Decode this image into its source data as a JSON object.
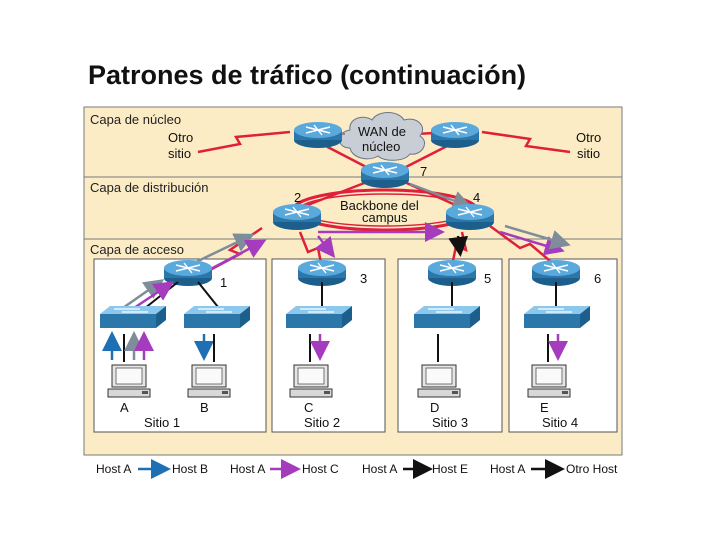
{
  "title": "Patrones de tráfico (continuación)",
  "layers": {
    "core": "Capa de núcleo",
    "distribution": "Capa de distribución",
    "access": "Capa de acceso"
  },
  "core": {
    "wan_line1": "WAN de",
    "wan_line2": "núcleo",
    "other_site_left_1": "Otro",
    "other_site_left_2": "sitio",
    "other_site_right_1": "Otro",
    "other_site_right_2": "sitio"
  },
  "distribution": {
    "backbone_line1": "Backbone del",
    "backbone_line2": "campus"
  },
  "device_numbers": [
    "1",
    "2",
    "3",
    "4",
    "5",
    "6",
    "7"
  ],
  "hosts": [
    "A",
    "B",
    "C",
    "D",
    "E"
  ],
  "sites": [
    "Sitio 1",
    "Sitio 2",
    "Sitio 3",
    "Sitio 4"
  ],
  "legend": [
    {
      "from": "Host A",
      "to": "Host B",
      "color": "#1f6fb5"
    },
    {
      "from": "Host A",
      "to": "Host C",
      "color": "#a53bbd"
    },
    {
      "from": "Host A",
      "to": "Host E",
      "color": "#111111"
    },
    {
      "from": "Host A",
      "to": "Otro Host",
      "color": "#111111"
    }
  ],
  "colors": {
    "layer_bg": "#fbecc6",
    "router": "#3a8bc0",
    "switch": "#3a8bc0",
    "wan_link": "#e0203a",
    "flow_ab": "#1f6fb5",
    "flow_ac": "#a53bbd",
    "flow_gray": "#7f8c99"
  }
}
